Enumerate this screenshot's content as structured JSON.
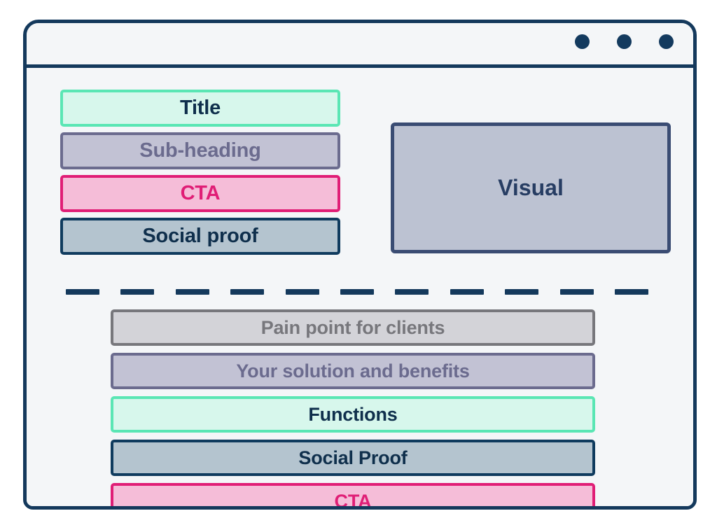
{
  "window": {
    "dots": [
      "window-dot-1",
      "window-dot-2",
      "window-dot-3"
    ],
    "frame_color": "#14395c",
    "background_color": "#f4f6f8"
  },
  "hero": {
    "left_blocks": [
      {
        "label": "Title",
        "palette": "mint",
        "fill": "#d7f7ec",
        "border": "#5ae6b4",
        "text_color": "#0f2f4c"
      },
      {
        "label": "Sub-heading",
        "palette": "lav",
        "fill": "#c2c2d4",
        "border": "#6b6b8e",
        "text_color": "#6b6b8e"
      },
      {
        "label": "CTA",
        "palette": "pink",
        "fill": "#f5bdd8",
        "border": "#e01e76",
        "text_color": "#e01e76"
      },
      {
        "label": "Social proof",
        "palette": "navy",
        "fill": "#b4c4cf",
        "border": "#0f3b5e",
        "text_color": "#0f2f4c"
      }
    ],
    "visual": {
      "label": "Visual",
      "fill": "#bcc2d2",
      "border": "#3a4c73",
      "text_color": "#273d63"
    }
  },
  "divider": {
    "style": "dashed",
    "dash_count": 11,
    "color": "#14395c"
  },
  "features": {
    "blocks": [
      {
        "label": "Pain point for clients",
        "palette": "gray",
        "fill": "#d3d3d8",
        "border": "#77777c",
        "text_color": "#77777c"
      },
      {
        "label": "Your solution and benefits",
        "palette": "lav",
        "fill": "#c2c2d4",
        "border": "#6b6b8e",
        "text_color": "#6b6b8e"
      },
      {
        "label": "Functions",
        "palette": "mint",
        "fill": "#d7f7ec",
        "border": "#5ae6b4",
        "text_color": "#0f2f4c"
      },
      {
        "label": "Social Proof",
        "palette": "navy",
        "fill": "#b4c4cf",
        "border": "#0f3b5e",
        "text_color": "#0f2f4c"
      },
      {
        "label": "CTA",
        "palette": "pink",
        "fill": "#f5bdd8",
        "border": "#e01e76",
        "text_color": "#e01e76"
      }
    ]
  }
}
